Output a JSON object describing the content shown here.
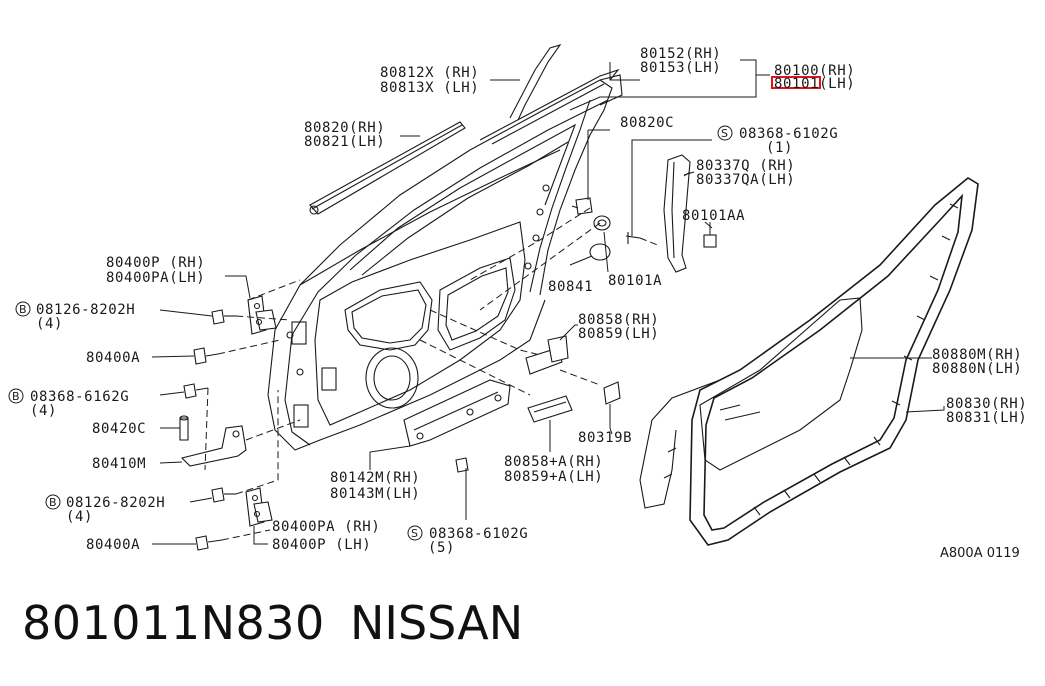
{
  "diagram": {
    "reference_code": "A800A 0119",
    "labels": {
      "l80812": [
        "80812X (RH)",
        "80813X (LH)"
      ],
      "l80152": [
        "80152(RH)",
        "80153(LH)"
      ],
      "l80100": [
        "80100(RH)",
        "80101(LH)"
      ],
      "l80820": [
        "80820(RH)",
        "80821(LH)"
      ],
      "l80820c": "80820C",
      "l08368a": [
        "08368-6102G",
        "(1)"
      ],
      "l80337": [
        "80337Q (RH)",
        "80337QA(LH)"
      ],
      "l80101aa": "80101AA",
      "l80101a": "80101A",
      "l80841": "80841",
      "l80400p_top": [
        "80400P (RH)",
        "80400PA(LH)"
      ],
      "l08126a": [
        "08126-8202H",
        "(4)"
      ],
      "l80400a_top": "80400A",
      "l08368b": [
        "08368-6162G",
        "(4)"
      ],
      "l80420c": "80420C",
      "l80410m": "80410M",
      "l08126b": [
        "08126-8202H",
        "(4)"
      ],
      "l80400a_bot": "80400A",
      "l80400pa_bot": [
        "80400PA (RH)",
        "80400P (LH)"
      ],
      "l80858": [
        "80858(RH)",
        "80859(LH)"
      ],
      "l80142": [
        "80142M(RH)",
        "80143M(LH)"
      ],
      "l08368c": [
        "08368-6102G",
        "(5)"
      ],
      "l80858a": [
        "80858+A(RH)",
        "80859+A(LH)"
      ],
      "l80319b": "80319B",
      "l80880": [
        "80880M(RH)",
        "80880N(LH)"
      ],
      "l80830": [
        "80830(RH)",
        "80831(LH)"
      ]
    },
    "prefix_symbols": {
      "bolt": "B",
      "screw": "S"
    },
    "highlight_color": "#e0141e"
  },
  "footer": {
    "part_number": "801011N830",
    "brand": "NISSAN"
  }
}
